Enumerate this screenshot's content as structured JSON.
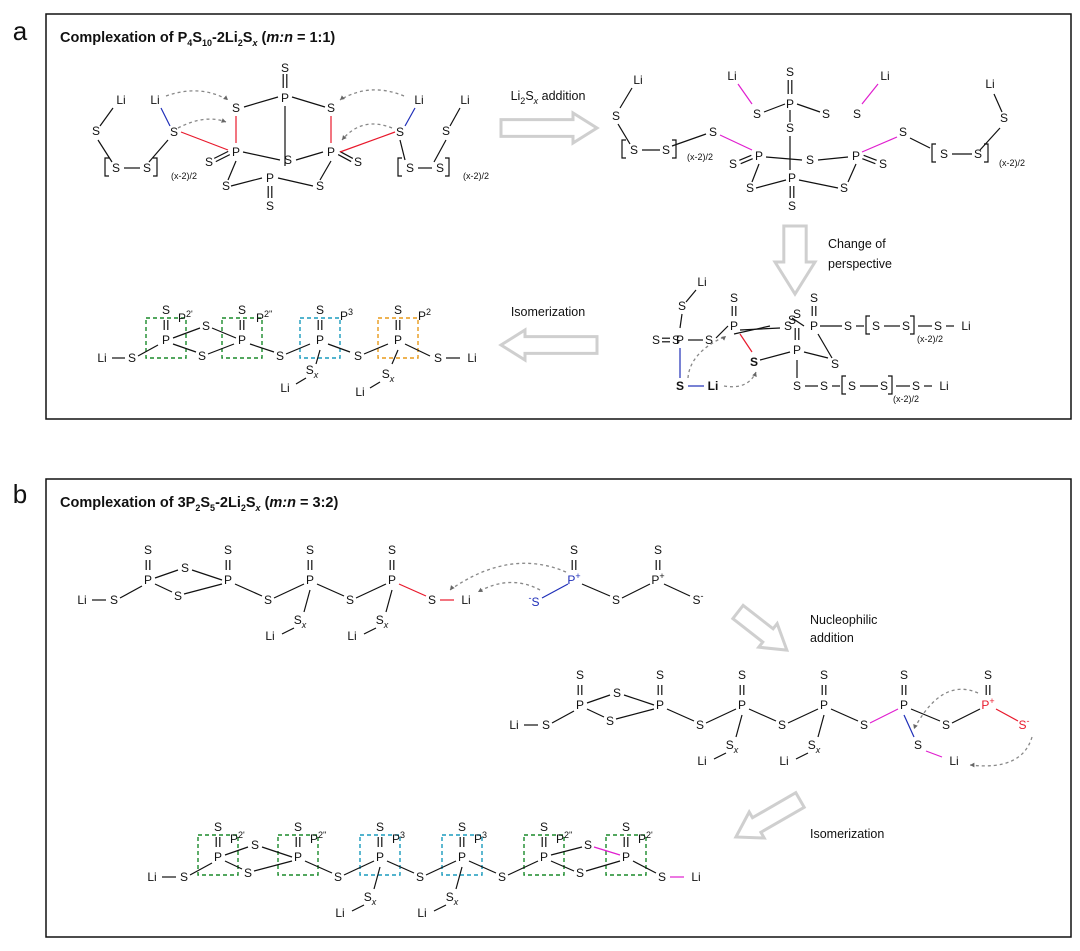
{
  "panels": {
    "a": {
      "letter": "a",
      "title_prefix": "Complexation of P",
      "title_s1": "4",
      "title_mid": "S",
      "title_s2": "10",
      "title_mid2": "-2Li",
      "title_s3": "2",
      "title_mid3": "S",
      "title_x": "x",
      "title_open": " (",
      "title_ratio_var": "m:n",
      "title_ratio": " = 1:1)"
    },
    "b": {
      "letter": "b",
      "title_prefix": "Complexation of 3P",
      "title_s1": "2",
      "title_mid": "S",
      "title_s2": "5",
      "title_mid2": "-2Li",
      "title_s3": "2",
      "title_mid3": "S",
      "title_x": "x",
      "title_open": " (",
      "title_ratio_var": "m:n",
      "title_ratio": " = 3:2)"
    }
  },
  "steps": {
    "li2sx_main": "Li",
    "li2sx_sub": "2",
    "li2sx_s": "S",
    "li2sx_x": "x",
    "li2sx_rest": " addition",
    "change_line1": "Change of",
    "change_line2": "perspective",
    "isomerization_a": "Isomerization",
    "nucleophilic_line1": "Nucleophilic",
    "nucleophilic_line2": "addition",
    "isomerization_b": "Isomerization"
  },
  "atoms": {
    "S": "S",
    "P": "P",
    "Li": "Li",
    "chain_sub": "(x-2)/2",
    "x": "x",
    "plus": "+",
    "minus": "-"
  },
  "site_labels": {
    "p2p": "P2'",
    "p2pp": "P2''",
    "p3": "P3",
    "p2": "P2",
    "p_base": "P",
    "sup_2p": "2'",
    "sup_2pp": "2''",
    "sup_3": "3",
    "sup_2": "2"
  },
  "colors": {
    "red": "#e8192c",
    "blue": "#1f2fb8",
    "magenta": "#e01ecf",
    "green": "#1a8a2a",
    "cyan": "#1a9bbd",
    "orange": "#e89a1a",
    "black": "#111111",
    "arrow_gray": "#cfcfcf"
  }
}
